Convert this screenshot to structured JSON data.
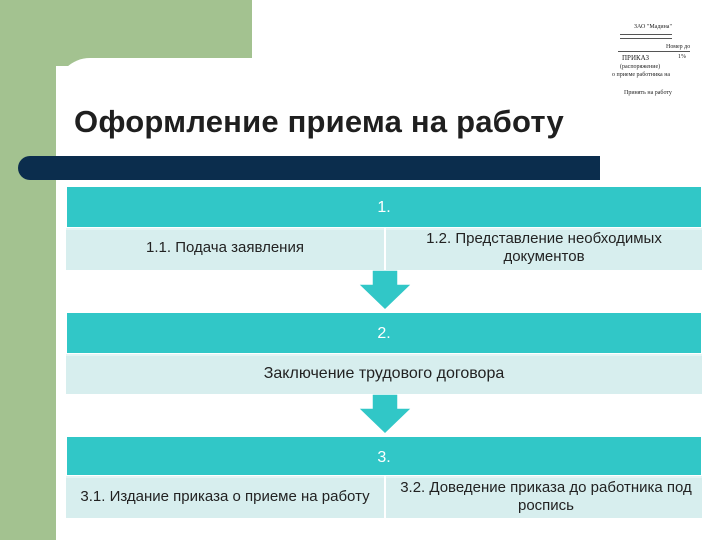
{
  "title": "Оформление приема на работу",
  "document_thumbnail": {
    "lines": [
      "ЗАО \"Мадина\"",
      "Номер до",
      "ПРИКАЗ",
      "1%",
      "(распоряжение)",
      "о приеме работника на",
      "Принять на работу"
    ]
  },
  "stages": [
    {
      "number": "1.",
      "items": [
        "1.1. Подача заявления",
        "1.2. Представление необходимых документов"
      ]
    },
    {
      "number": "2.",
      "items": [
        "Заключение трудового договора"
      ]
    },
    {
      "number": "3.",
      "items": [
        "3.1. Издание приказа о приеме на работу",
        "3.2. Доведение приказа  до работника под роспись"
      ]
    }
  ],
  "colors": {
    "side_panel": "#a3c290",
    "title_bar": "#0b2d4d",
    "stage_header": "#31c7c7",
    "stage_body": "#d7eeee",
    "arrow": "#31c7c7"
  }
}
